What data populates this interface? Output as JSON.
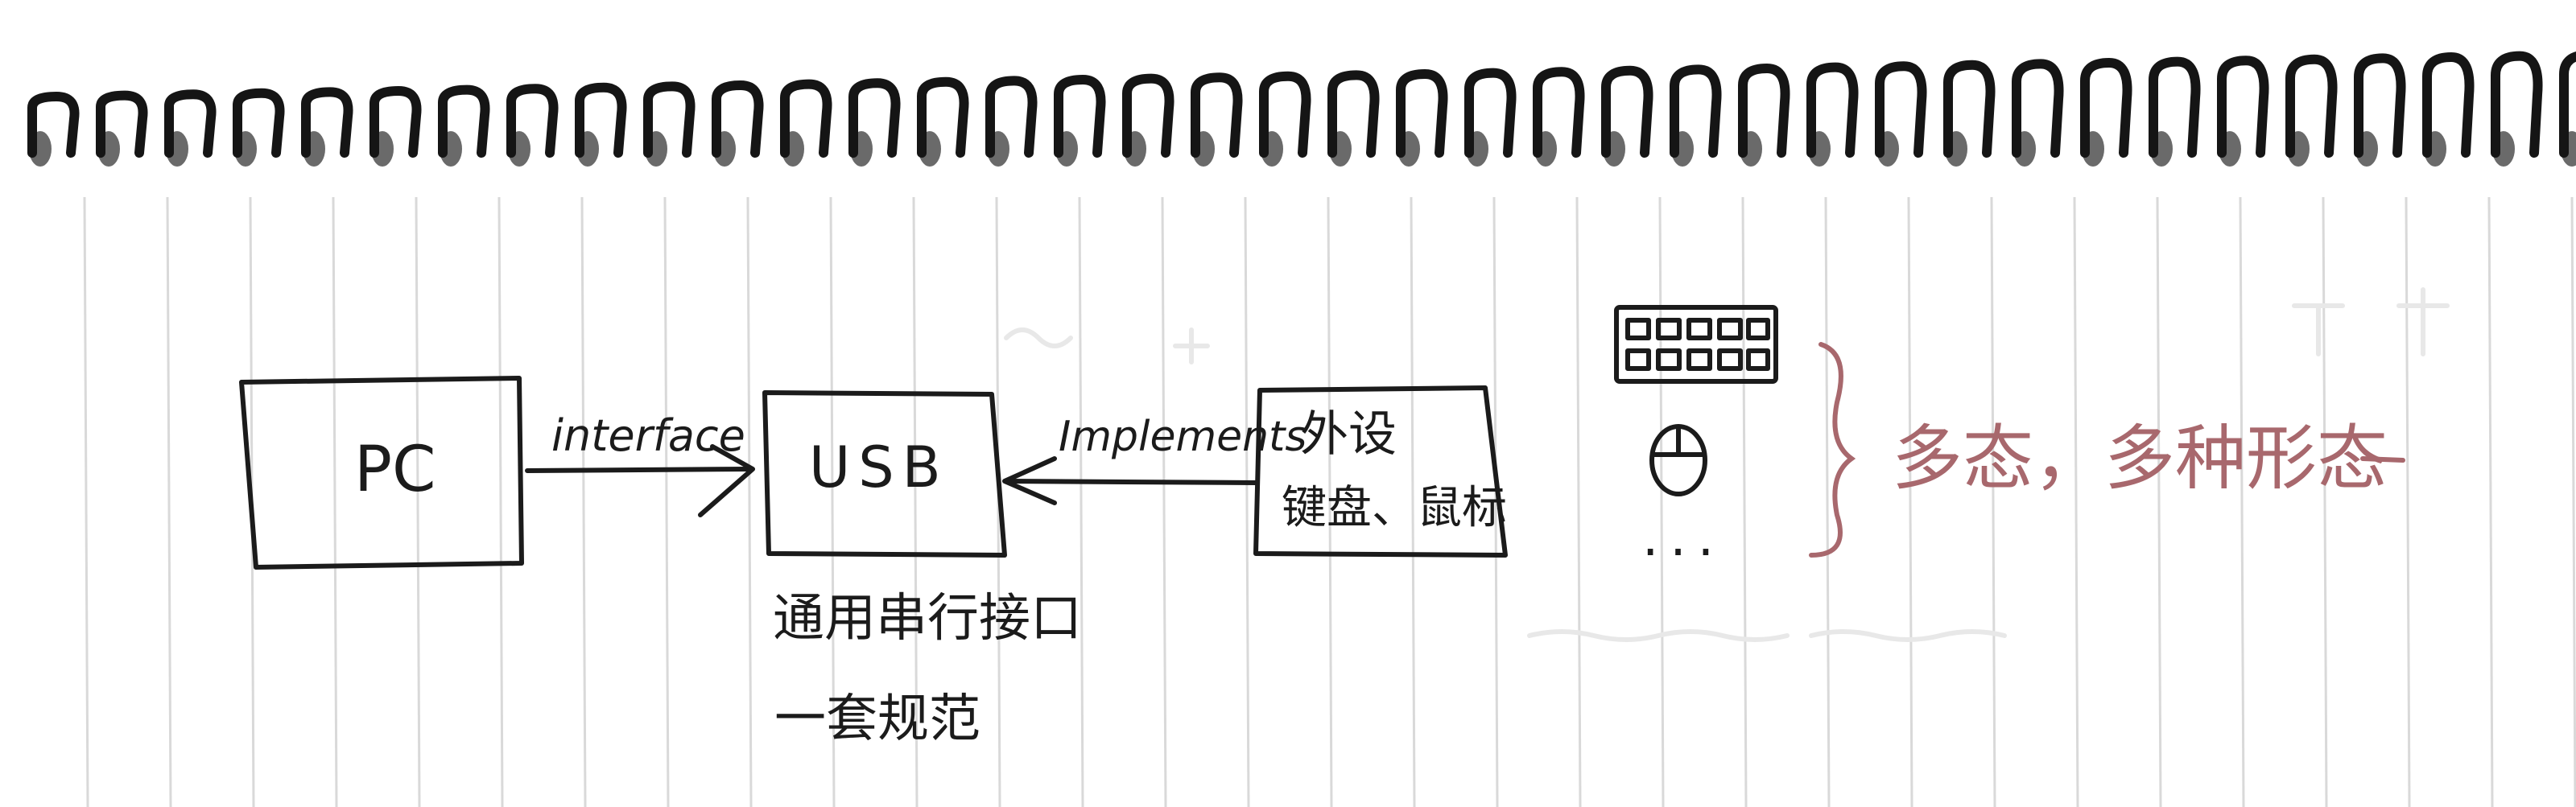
{
  "diagram": {
    "pc_label": "PC",
    "interface_label": "interface",
    "usb_label": "USB",
    "usb_caption_line1": "通用串行接口",
    "usb_caption_line2": "一套规范",
    "implements_label": "Implements",
    "peripheral_line1": "外设",
    "peripheral_line2": "键盘、鼠标",
    "more_dots": "...",
    "polymorphism_note": "多态，多种形态"
  },
  "colors": {
    "ink": "#1b1b1b",
    "red_ink": "#a8686d",
    "rule_line": "#d9d9d9",
    "page": "#ffffff"
  }
}
